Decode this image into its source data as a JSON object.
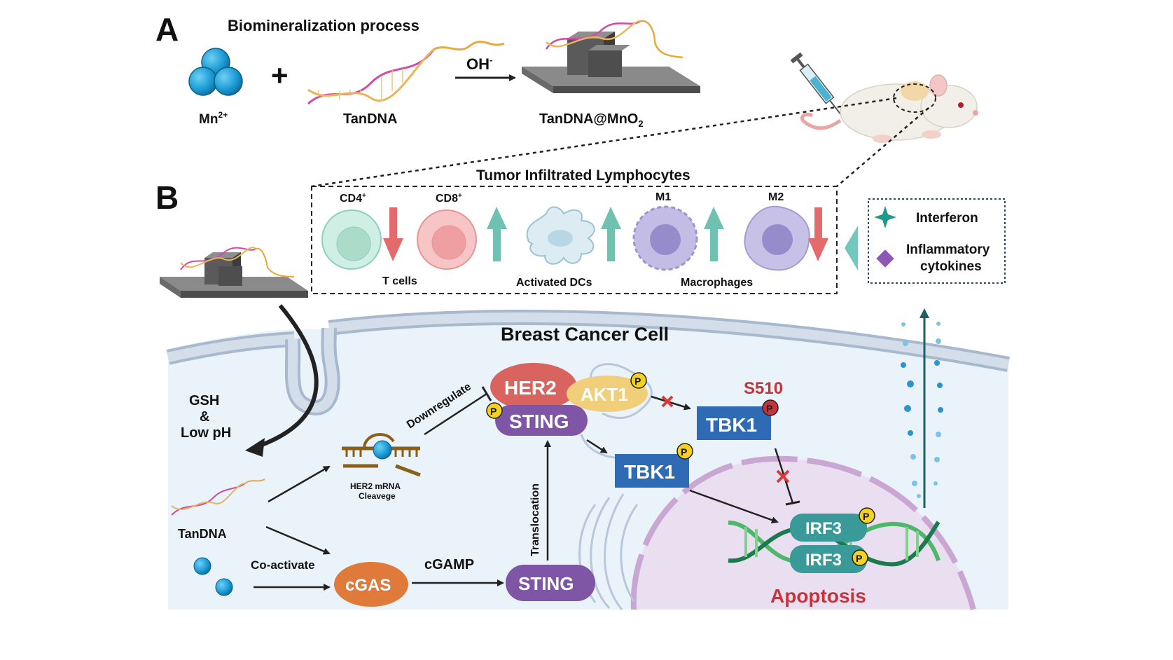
{
  "panel_a": {
    "letter": "A",
    "title": "Biomineralization process",
    "mn_label": "Mn",
    "mn_sup": "2+",
    "plus": "+",
    "tandna_label": "TanDNA",
    "oh_label": "OH",
    "oh_sup": "-",
    "product_label": "TanDNA@MnO",
    "product_sub": "2"
  },
  "panel_b": {
    "letter": "B",
    "til_title": "Tumor Infiltrated Lymphocytes",
    "cd4": "CD4",
    "cd4_sup": "+",
    "cd8": "CD8",
    "cd8_sup": "+",
    "m1": "M1",
    "m2": "M2",
    "t_cells": "T cells",
    "activated_dcs": "Activated DCs",
    "macrophages": "Macrophages",
    "legend": {
      "interferon": "Interferon",
      "inflammatory_1": "Inflammatory",
      "inflammatory_2": "cytokines"
    },
    "cell_title": "Breast Cancer Cell",
    "gsh_1": "GSH",
    "gsh_2": "&",
    "gsh_3": "Low pH",
    "downregulate": "Downregulate",
    "her2_mrna_1": "HER2 mRNA",
    "her2_mrna_2": "Cleavege",
    "tandna": "TanDNA",
    "coactivate": "Co-activate",
    "cgas": "cGAS",
    "cgamp": "cGAMP",
    "sting_bottom": "STING",
    "translocation": "Translocation",
    "her2": "HER2",
    "akt1": "AKT1",
    "sting_complex": "STING",
    "p": "P",
    "s510": "S510",
    "tbk1_top": "TBK1",
    "tbk1_mid": "TBK1",
    "irf3_top": "IRF3",
    "irf3_bottom": "IRF3",
    "apoptosis": "Apoptosis"
  },
  "colors": {
    "her2": "#d9645f",
    "akt1": "#f1cf7a",
    "sting": "#7f55a6",
    "tbk1": "#2f6bb5",
    "irf3": "#3a9a9a",
    "cgas": "#e07a3a",
    "apoptosis": "#c7333a",
    "s510": "#c7333a",
    "phospho": "#f4d21e"
  }
}
